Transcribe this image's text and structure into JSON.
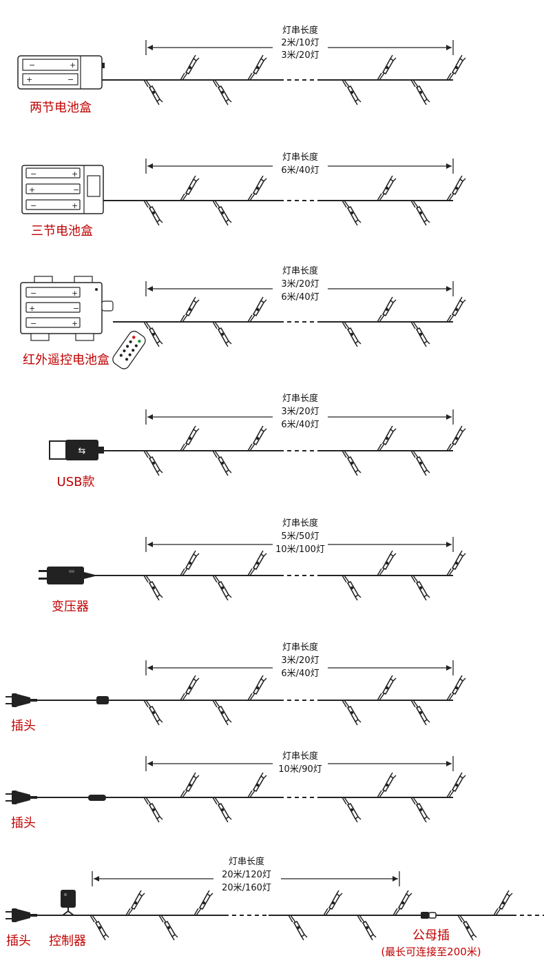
{
  "length_heading": "灯串长度",
  "colors": {
    "caption": "#c00000",
    "line": "#222222",
    "remote_red": "#d41f1f",
    "remote_green": "#2a9d3a"
  },
  "icons": [
    "battery-box-2-icon",
    "battery-box-3-icon",
    "ir-battery-box-icon",
    "remote-control-icon",
    "usb-plug-icon",
    "adapter-icon",
    "plug-icon",
    "inline-switch-icon",
    "controller-icon",
    "clip-bulb-icon",
    "connector-icon"
  ],
  "rows": [
    {
      "caption": "两节电池盒",
      "specs": [
        "2米/10灯",
        "3米/20灯"
      ]
    },
    {
      "caption": "三节电池盒",
      "specs": [
        "6米/40灯"
      ]
    },
    {
      "caption": "红外遥控电池盒",
      "specs": [
        "3米/20灯",
        "6米/40灯"
      ]
    },
    {
      "caption": "USB款",
      "specs": [
        "3米/20灯",
        "6米/40灯"
      ]
    },
    {
      "caption": "变压器",
      "specs": [
        "5米/50灯",
        "10米/100灯"
      ]
    },
    {
      "caption": "插头",
      "specs": [
        "3米/20灯",
        "6米/40灯"
      ]
    },
    {
      "caption": "插头",
      "specs": [
        "10米/90灯"
      ]
    },
    {
      "caption": "插头",
      "controller_caption": "控制器",
      "specs": [
        "20米/120灯",
        "20米/160灯"
      ],
      "connector_caption": "公母插",
      "connector_note": "(最长可连接至200米)"
    }
  ]
}
